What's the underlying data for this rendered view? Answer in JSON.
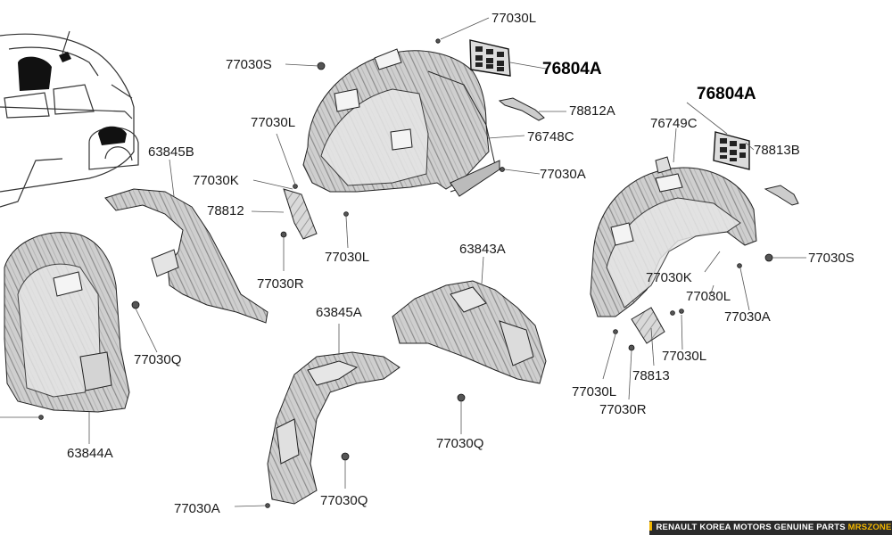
{
  "part_labels": {
    "a77030L_top": "77030L",
    "a77030S_top": "77030S",
    "a76804A_top": "76804A",
    "a78812A": "78812A",
    "a77030L_mid": "77030L",
    "a76748C": "76748C",
    "a63845B": "63845B",
    "a77030K_left": "77030K",
    "a77030A_mid": "77030A",
    "a78812": "78812",
    "a77030R_left": "77030R",
    "a77030L_low": "77030L",
    "a63843A": "63843A",
    "a76804A_right": "76804A",
    "a76749C": "76749C",
    "a78813B": "78813B",
    "a77030S_right": "77030S",
    "a77030K_right": "77030K",
    "a77030L_right": "77030L",
    "a77030A_right": "77030A",
    "a77030L_right2": "77030L",
    "a78813": "78813",
    "a77030L_bottom": "77030L",
    "a77030R_right": "77030R",
    "a63845A": "63845A",
    "a77030Q_left": "77030Q",
    "a77030Q_center": "77030Q",
    "a77030Q_bottom": "77030Q",
    "a63844A": "63844A",
    "a77030A_bottom": "77030A"
  },
  "footer": {
    "text": "RENAULT KOREA MOTORS GENUINE PARTS ",
    "brand": "MRSZONE"
  }
}
